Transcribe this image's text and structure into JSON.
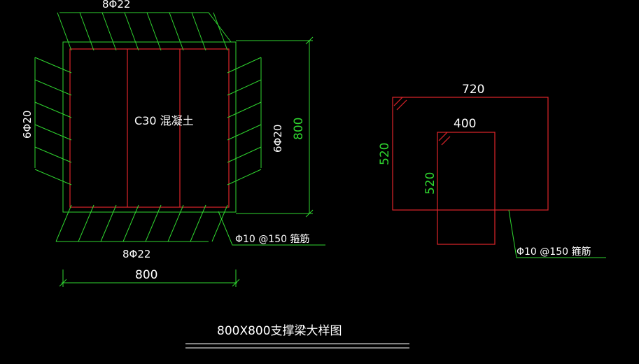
{
  "colors": {
    "background": "#000000",
    "dimension": "#2fd62f",
    "rebar": "#e0242a",
    "text": "#ffffff"
  },
  "section_left": {
    "concrete_label": "C30 混凝土",
    "top_rebar": "8Φ22",
    "bottom_rebar": "8Φ22",
    "left_side_rebar": "6Φ20",
    "right_side_rebar": "6Φ20",
    "height_dim": "800",
    "width_dim": "800",
    "stirrup_note": "Φ10 @150 箍筋"
  },
  "section_right": {
    "outer_width": "720",
    "outer_height": "520",
    "inner_width": "400",
    "inner_height": "520",
    "stirrup_note": "Φ10 @150 箍筋"
  },
  "title": "800X800支撑梁大样图"
}
